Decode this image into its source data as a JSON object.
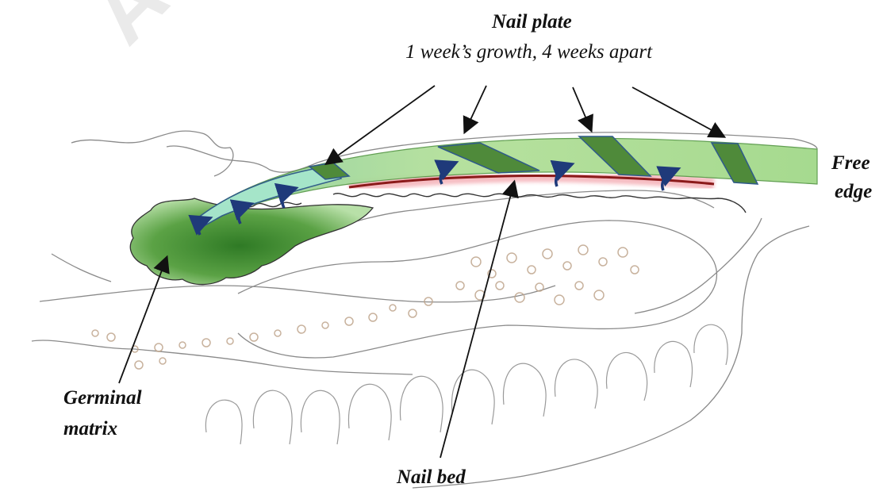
{
  "labels": {
    "nail_plate": "Nail plate",
    "growth_note": "1 week’s growth, 4 weeks apart",
    "free_edge_line1": "Free",
    "free_edge_line2": "edge",
    "germinal_matrix_line1": "Germinal",
    "germinal_matrix_line2": "matrix",
    "nail_bed": "Nail bed"
  },
  "watermark": "Author Copy",
  "colors": {
    "nail_plate_fill": "#a9dc8f",
    "growth_band_fill": "#4f8a3a",
    "band_outline": "#2f5a8a",
    "new_plate_fill": "#9fe3c8",
    "matrix_fill": "#3f8a2f",
    "nail_bed_line": "#8b1a1a",
    "nail_bed_glow": "#f2a0a8",
    "growth_arrow": "#1f3a7a",
    "bone_speckle": "#b59a82",
    "outline": "#7a7a7a"
  }
}
